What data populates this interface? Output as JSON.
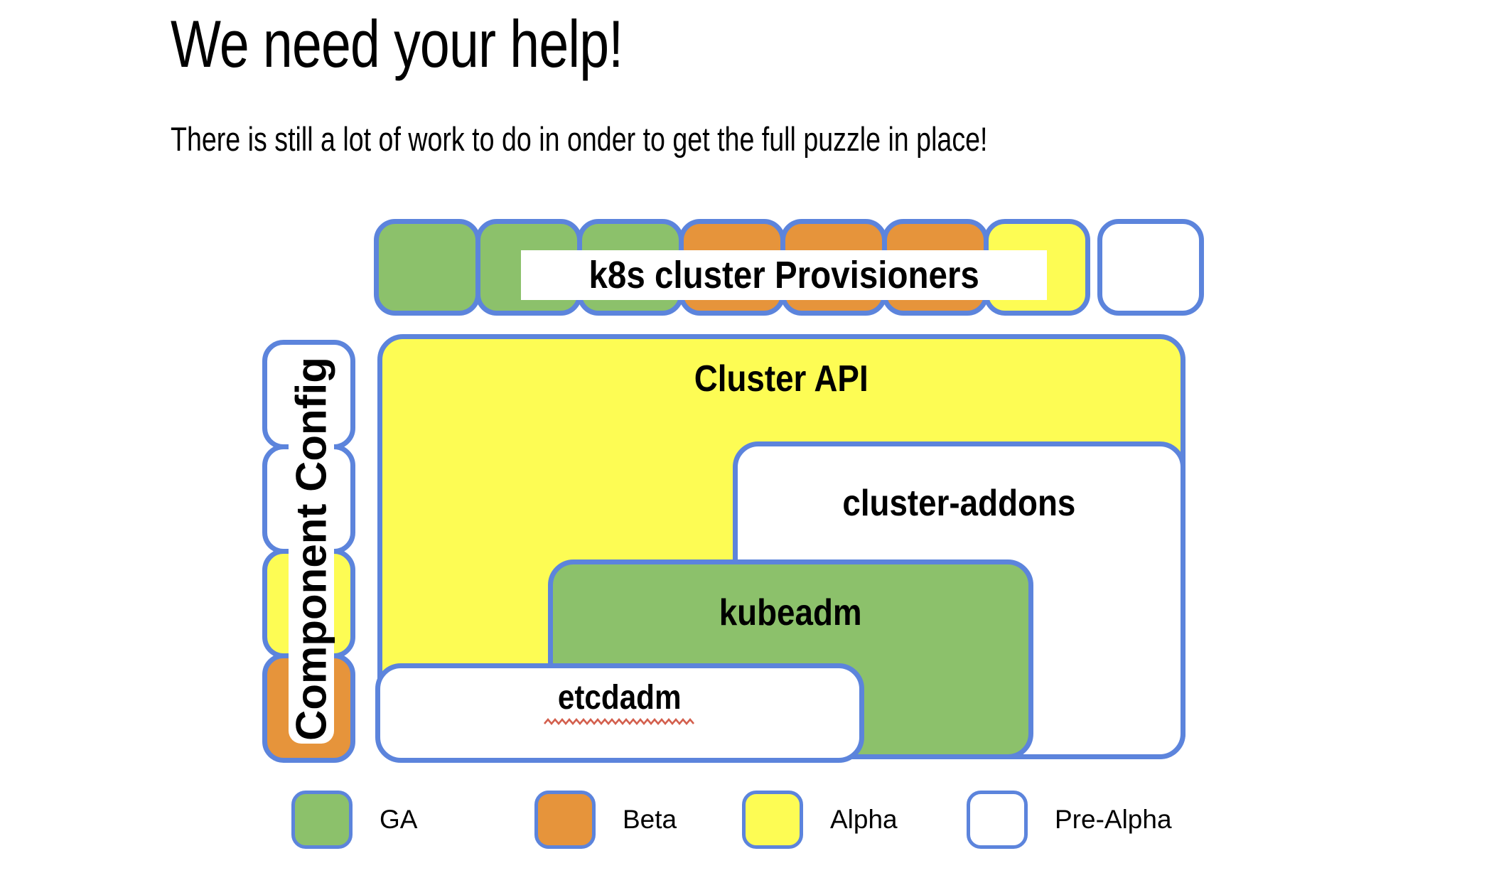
{
  "slide": {
    "title": "We need your help!",
    "subtitle": "There is still a lot of work to do in onder to get the full puzzle in place!"
  },
  "colors": {
    "ga-green": "#8CC16B",
    "beta-orange": "#E6943B",
    "alpha-yellow": "#FDFC54",
    "prealpha-white": "#FFFFFF",
    "piece-border-blue": "#5C84DC",
    "spellcheck-red": "#D35F4D",
    "text-black": "#000000"
  },
  "top_row": {
    "label": "k8s cluster Provisioners",
    "pieces": [
      "ga",
      "ga",
      "ga",
      "beta",
      "beta",
      "beta",
      "alpha",
      "pre-alpha"
    ]
  },
  "left_column": {
    "label": "Component Config",
    "pieces": [
      "pre-alpha",
      "pre-alpha",
      "alpha",
      "beta"
    ]
  },
  "puzzle": {
    "cluster_api": {
      "label": "Cluster API",
      "status": "alpha"
    },
    "cluster_addons": {
      "label": "cluster-addons",
      "status": "pre-alpha"
    },
    "kubeadm": {
      "label": "kubeadm",
      "status": "ga"
    },
    "etcdadm": {
      "label": "etcdadm",
      "status": "pre-alpha",
      "spellcheck_underline": true
    }
  },
  "legend": {
    "items": [
      {
        "label": "GA",
        "status": "ga"
      },
      {
        "label": "Beta",
        "status": "beta"
      },
      {
        "label": "Alpha",
        "status": "alpha"
      },
      {
        "label": "Pre-Alpha",
        "status": "pre-alpha"
      }
    ]
  }
}
